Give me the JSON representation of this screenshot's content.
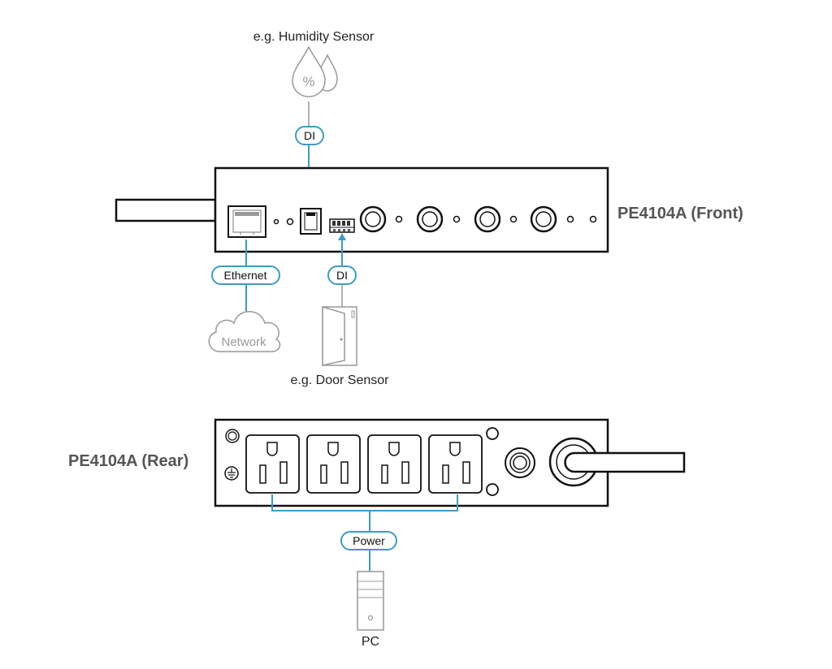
{
  "front": {
    "title": "PE4104A (Front)"
  },
  "rear": {
    "title": "PE4104A (Rear)"
  },
  "sensors": {
    "humidity_label": "e.g. Humidity Sensor",
    "humidity_symbol": "%",
    "door_label": "e.g. Door Sensor"
  },
  "connections": {
    "di_top": "DI",
    "di_bottom": "DI",
    "ethernet": "Ethernet",
    "power": "Power"
  },
  "network": {
    "label": "Network"
  },
  "pc": {
    "label": "PC"
  },
  "colors": {
    "connector": "#3d9bc4",
    "device_outline": "#111111",
    "muted_icon": "#999999"
  }
}
